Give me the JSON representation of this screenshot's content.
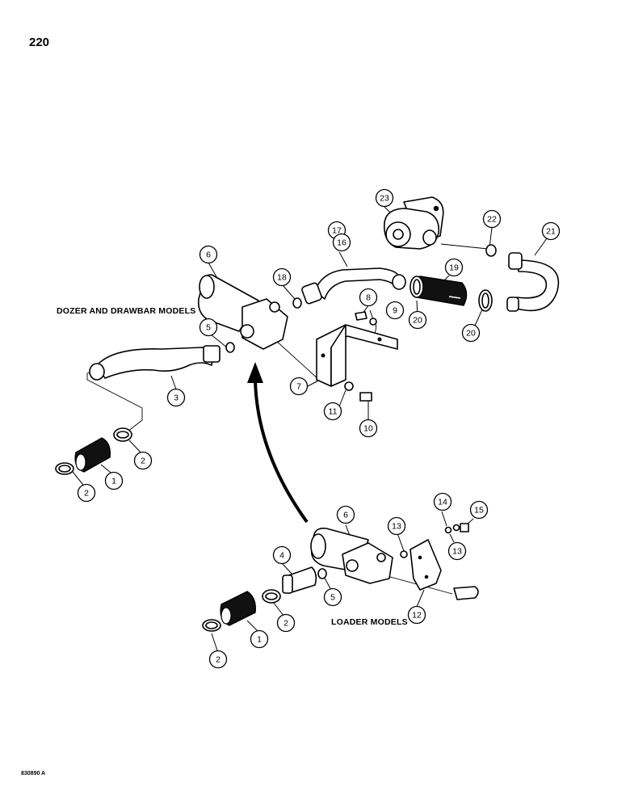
{
  "page": {
    "number": "220",
    "figure_code": "830890 A"
  },
  "sections": {
    "dozer": "DOZER AND DRAWBAR MODELS",
    "loader": "LOADER MODELS"
  },
  "callouts": [
    {
      "id": "c23",
      "label": "23"
    },
    {
      "id": "c22",
      "label": "22"
    },
    {
      "id": "c21",
      "label": "21"
    },
    {
      "id": "c17",
      "label": "17"
    },
    {
      "id": "c16",
      "label": "16"
    },
    {
      "id": "c19",
      "label": "19"
    },
    {
      "id": "c20a",
      "label": "20"
    },
    {
      "id": "c20b",
      "label": "20"
    },
    {
      "id": "c6a",
      "label": "6"
    },
    {
      "id": "c18",
      "label": "18"
    },
    {
      "id": "c8",
      "label": "8"
    },
    {
      "id": "c9",
      "label": "9"
    },
    {
      "id": "c5a",
      "label": "5"
    },
    {
      "id": "c7",
      "label": "7"
    },
    {
      "id": "c3",
      "label": "3"
    },
    {
      "id": "c11",
      "label": "11"
    },
    {
      "id": "c10",
      "label": "10"
    },
    {
      "id": "c2a",
      "label": "2"
    },
    {
      "id": "c1a",
      "label": "1"
    },
    {
      "id": "c2b",
      "label": "2"
    },
    {
      "id": "c6b",
      "label": "6"
    },
    {
      "id": "c13a",
      "label": "13"
    },
    {
      "id": "c14",
      "label": "14"
    },
    {
      "id": "c15",
      "label": "15"
    },
    {
      "id": "c13b",
      "label": "13"
    },
    {
      "id": "c4",
      "label": "4"
    },
    {
      "id": "c5b",
      "label": "5"
    },
    {
      "id": "c12",
      "label": "12"
    },
    {
      "id": "c2c",
      "label": "2"
    },
    {
      "id": "c1b",
      "label": "1"
    },
    {
      "id": "c2d",
      "label": "2"
    }
  ]
}
